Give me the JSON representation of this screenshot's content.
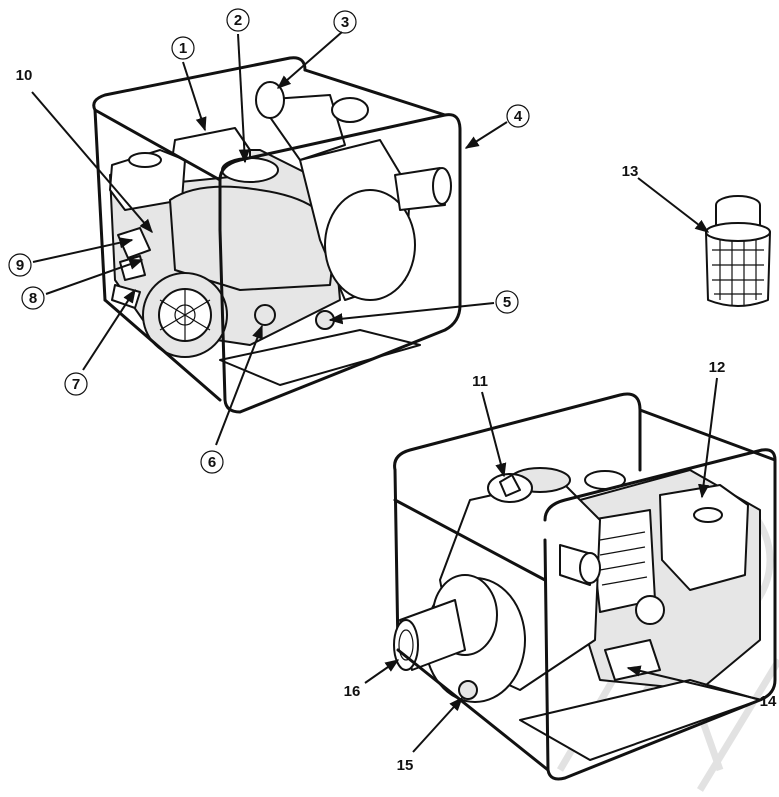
{
  "callouts": {
    "c1": "1",
    "c2": "2",
    "c3": "3",
    "c4": "4",
    "c5": "5",
    "c6": "6",
    "c7": "7",
    "c8": "8",
    "c9": "9",
    "c10": "10",
    "c11": "11",
    "c12": "12",
    "c13": "13",
    "c14": "14",
    "c15": "15",
    "c16": "16"
  },
  "colors": {
    "ink": "#111111",
    "paper": "#ffffff",
    "watermark": "#e2e2e2"
  }
}
